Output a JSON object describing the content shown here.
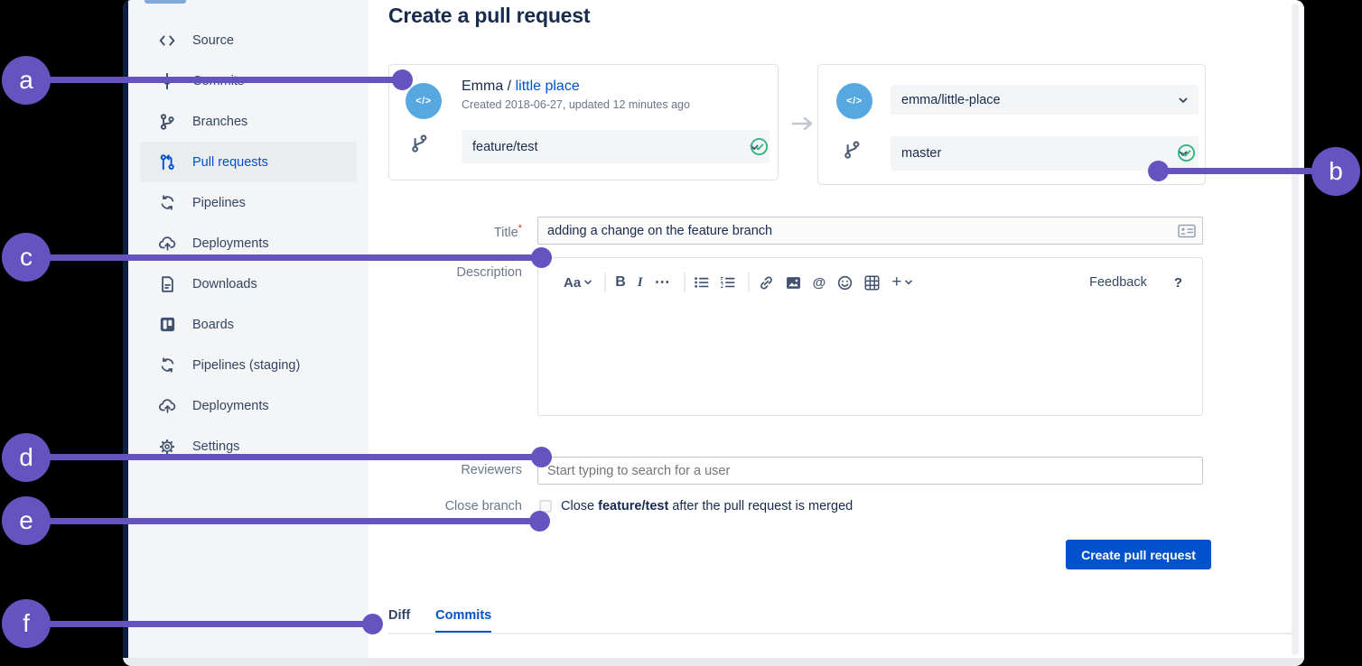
{
  "colors": {
    "annotation_purple": "#6554C0",
    "link_blue": "#0052CC",
    "button_blue": "#0052CC",
    "avatar_blue": "#57A7E0",
    "success_green": "#36B37E",
    "sidebar_bg": "#F4F5F7",
    "selected_item_bg": "#EBECF0",
    "text_dark": "#172B4D",
    "text_gray": "#6B778C"
  },
  "page": {
    "title": "Create a pull request"
  },
  "sidebar": {
    "items": [
      {
        "label": "Source",
        "icon": "code-icon",
        "selected": false
      },
      {
        "label": "Commits",
        "icon": "commits-icon",
        "selected": false
      },
      {
        "label": "Branches",
        "icon": "branch-icon",
        "selected": false
      },
      {
        "label": "Pull requests",
        "icon": "pull-request-icon",
        "selected": true
      },
      {
        "label": "Pipelines",
        "icon": "pipelines-icon",
        "selected": false
      },
      {
        "label": "Deployments",
        "icon": "cloud-upload-icon",
        "selected": false
      },
      {
        "label": "Downloads",
        "icon": "document-icon",
        "selected": false
      },
      {
        "label": "Boards",
        "icon": "board-icon",
        "selected": false
      },
      {
        "label": "Pipelines (staging)",
        "icon": "pipelines-icon",
        "selected": false
      },
      {
        "label": "Deployments",
        "icon": "cloud-upload-icon",
        "selected": false
      },
      {
        "label": "Settings",
        "icon": "gear-icon",
        "selected": false
      }
    ]
  },
  "source_card": {
    "avatar_icon": "code-avatar-icon",
    "owner_label": "Emma /",
    "repo_link": "little place",
    "meta": "Created 2018-06-27, updated 12 minutes ago",
    "branch_icon": "branch-icon",
    "branch": "feature/test",
    "status_icon": "check-circle-icon"
  },
  "merge_arrow_icon": "arrow-right-icon",
  "destination_card": {
    "avatar_icon": "code-avatar-icon",
    "repo": "emma/little-place",
    "branch_icon": "branch-icon",
    "branch": "master",
    "status_icon": "check-circle-icon"
  },
  "form": {
    "title_label": "Title",
    "title_required_mark": "*",
    "title_value": "adding a change on the feature branch",
    "title_field_icon": "contact-card-icon",
    "description_label": "Description",
    "reviewers_label": "Reviewers",
    "reviewers_placeholder": "Start typing to search for a user",
    "close_branch_label": "Close branch",
    "close_text_pre": "Close ",
    "close_text_branch": "feature/test",
    "close_text_post": " after the pull request is merged",
    "submit_label": "Create pull request"
  },
  "editor": {
    "style_button": "Aa",
    "bold_label": "B",
    "italic_label": "I",
    "more_label": "⋯",
    "mention_label": "@",
    "plus_label": "+",
    "feedback_label": "Feedback",
    "help_label": "?",
    "toolbar_icons": [
      "text-style",
      "chevron-down-icon",
      "bold",
      "italic",
      "more",
      "bullet-list-icon",
      "numbered-list-icon",
      "link-icon",
      "image-icon",
      "mention-icon",
      "emoji-icon",
      "table-icon",
      "plus-icon",
      "chevron-down-icon"
    ]
  },
  "tabs": {
    "items": [
      {
        "label": "Diff",
        "selected": false
      },
      {
        "label": "Commits",
        "selected": true
      }
    ]
  },
  "annotations": {
    "color": "#6554C0",
    "items": [
      {
        "letter": "a"
      },
      {
        "letter": "b"
      },
      {
        "letter": "c"
      },
      {
        "letter": "d"
      },
      {
        "letter": "e"
      },
      {
        "letter": "f"
      }
    ]
  }
}
